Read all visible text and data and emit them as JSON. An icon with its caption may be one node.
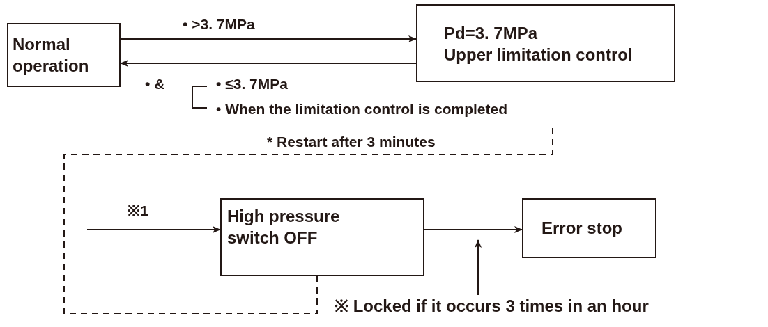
{
  "diagram": {
    "nodes": [
      {
        "text": [
          "Normal operation"
        ]
      },
      {
        "text": [
          "Pd=3. 7MPa",
          "Upper limitation control"
        ]
      },
      {
        "text": [
          "High pressure switch OFF"
        ]
      },
      {
        "text": [
          "Error stop"
        ]
      },
      {
        "text": [
          "※ Locked if it occurs 3 times in an hour"
        ]
      }
    ],
    "edges": [
      {
        "from": 0,
        "to": 1,
        "arrow": "to",
        "label": "• >3. 7MPa"
      },
      {
        "from": 1,
        "to": 0,
        "arrow": "to"
      },
      {
        "from": null,
        "to": 2,
        "arrow": "to",
        "label": "※1"
      },
      {
        "from": 2,
        "to": 3,
        "arrow": "to"
      },
      {
        "from": 4,
        "to": null,
        "arrow": "to"
      },
      {
        "from": 2,
        "to": null,
        "arrow": "none",
        "style": "dashed",
        "label": "* Restart after 3 minutes"
      }
    ],
    "labels": [
      "• &",
      "• ≤3. 7MPa",
      "• When the limitation control is completed"
    ]
  }
}
